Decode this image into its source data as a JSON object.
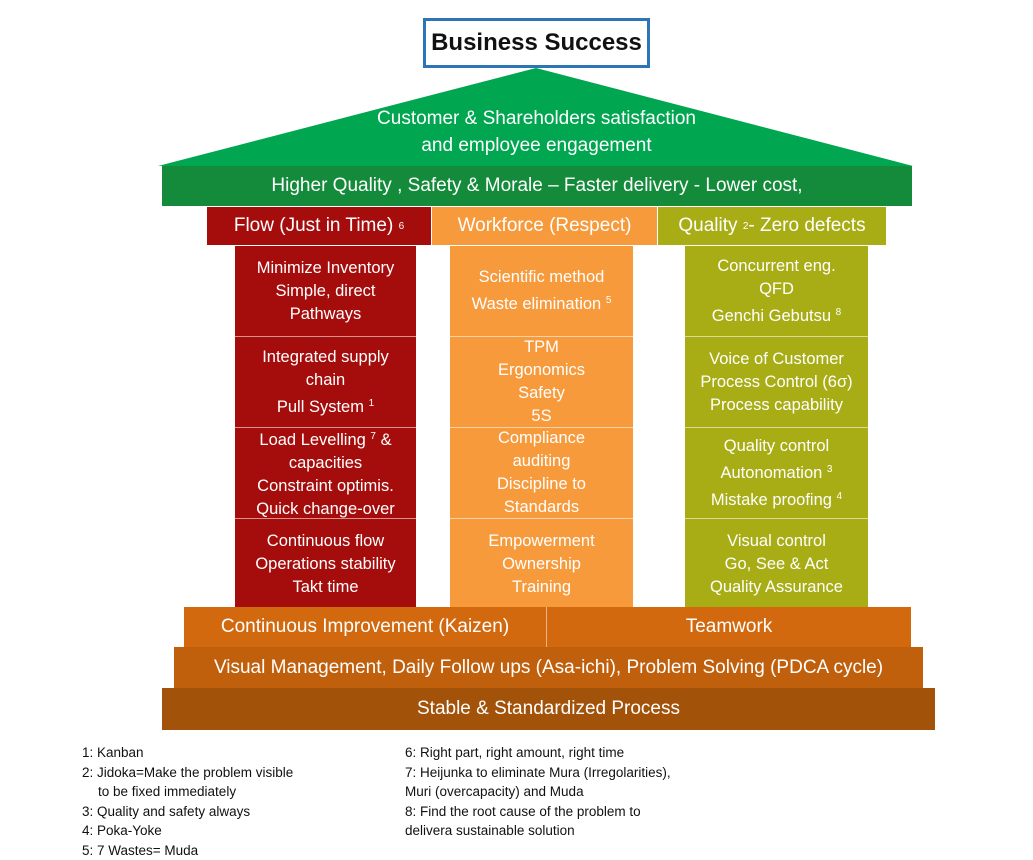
{
  "title": "Business Success",
  "roof": {
    "lines": [
      "Customer & Shareholders satisfaction",
      "and employee engagement"
    ],
    "color": "#00a650"
  },
  "beam": {
    "text": "Higher Quality , Safety & Morale – Faster delivery - Lower cost,",
    "color": "#138b3a"
  },
  "pillars": [
    {
      "name": "flow",
      "header": "Flow (Just in Time)",
      "header_sup": "6",
      "color": "#a50d0d",
      "cells": [
        [
          {
            "t": "Minimize Inventory"
          },
          {
            "t": "Simple, direct"
          },
          {
            "t": "Pathways"
          }
        ],
        [
          {
            "t": "Integrated supply"
          },
          {
            "t": "chain"
          },
          {
            "t": "Pull System",
            "sup": "1"
          }
        ],
        [
          {
            "t": "Load Levelling",
            "sup": "7",
            "after": " &"
          },
          {
            "t": "capacities"
          },
          {
            "t": "Constraint optimis."
          },
          {
            "t": "Quick change-over"
          }
        ],
        [
          {
            "t": "Continuous flow"
          },
          {
            "t": "Operations stability"
          },
          {
            "t": "Takt time"
          }
        ]
      ]
    },
    {
      "name": "workforce",
      "header": "Workforce (Respect)",
      "header_sup": "",
      "color": "#f79a3c",
      "cells": [
        [
          {
            "t": "Scientific method"
          },
          {
            "t": "Waste elimination",
            "sup": "5"
          }
        ],
        [
          {
            "t": "TPM"
          },
          {
            "t": "Ergonomics"
          },
          {
            "t": "Safety"
          },
          {
            "t": "5S"
          }
        ],
        [
          {
            "t": "Compliance"
          },
          {
            "t": "auditing"
          },
          {
            "t": "Discipline to"
          },
          {
            "t": "Standards"
          }
        ],
        [
          {
            "t": "Empowerment"
          },
          {
            "t": "Ownership"
          },
          {
            "t": "Training"
          }
        ]
      ]
    },
    {
      "name": "quality",
      "header": "Quality",
      "header_sup": "2",
      "header_after": "- Zero defects",
      "color": "#a8ad16",
      "cells": [
        [
          {
            "t": "Concurrent eng."
          },
          {
            "t": "QFD"
          },
          {
            "t": "Genchi Gebutsu",
            "sup": "8"
          }
        ],
        [
          {
            "t": "Voice of Customer"
          },
          {
            "t": "Process Control (6σ)"
          },
          {
            "t": "Process capability"
          }
        ],
        [
          {
            "t": "Quality control"
          },
          {
            "t": "Autonomation",
            "sup": "3"
          },
          {
            "t": "Mistake proofing",
            "sup": "4"
          }
        ],
        [
          {
            "t": "Visual control"
          },
          {
            "t": "Go, See & Act"
          },
          {
            "t": "Quality Assurance"
          }
        ]
      ]
    }
  ],
  "base": {
    "kaizen": "Continuous Improvement (Kaizen)",
    "teamwork": "Teamwork",
    "visual": "Visual Management, Daily Follow ups (Asa-ichi), Problem Solving (PDCA cycle)",
    "stable": "Stable & Standardized Process",
    "colors": {
      "step1": "#d2690f",
      "step2": "#c0600d",
      "step3": "#a3520a"
    }
  },
  "notes": {
    "left": [
      "1: Kanban",
      "2: Jidoka=Make the problem visible",
      "    to be fixed immediately",
      "3: Quality and safety always",
      "4: Poka-Yoke",
      "5: 7 Wastes= Muda"
    ],
    "right": [
      "6: Right part, right amount, right time",
      "7: Heijunka  to eliminate Mura (Irregolarities),",
      "Muri (overcapacity) and Muda",
      "8: Find the root cause of the problem to",
      "delivera sustainable solution"
    ]
  }
}
